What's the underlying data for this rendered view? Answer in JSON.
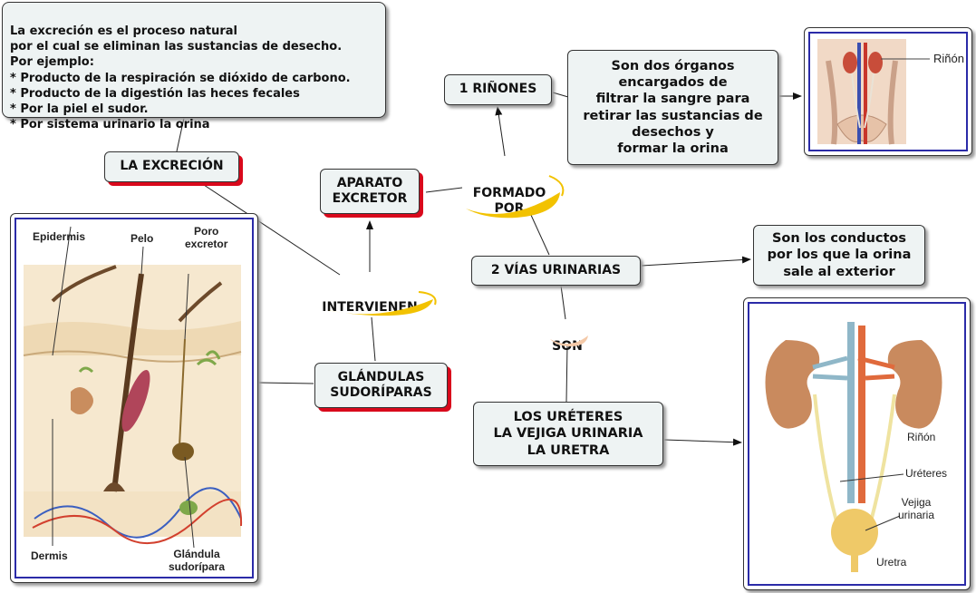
{
  "excretion_note": {
    "lines": "La excreción es el proceso natural\npor el cual se eliminan las sustancias de desecho.\n Por ejemplo:\n* Producto de la respiración se dióxido de carbono.\n* Producto de la digestión las heces fecales\n* Por la piel  el sudor.\n* Por sistema urinario la orina"
  },
  "nodes": {
    "la_excrecion": "LA EXCRECIÓN",
    "aparato_excretor": "APARATO\nEXCRETOR",
    "intervienen": "INTERVIENEN",
    "formado_por": "FORMADO\nPOR",
    "rinones": "1 RIÑONES",
    "rinones_desc": "Son dos órganos\nencargados de\nfiltrar la sangre para\nretirar las sustancias de\ndesechos y\nformar la orina",
    "vias_urinarias": "2 VÍAS URINARIAS",
    "vias_desc": "Son los conductos\npor los que la orina\nsale al exterior",
    "son": "SON",
    "glandulas": "GLÁNDULAS\nSUDORÍPARAS",
    "ureteres_list": "LOS URÉTERES\nLA VEJIGA URINARIA\nLA URETRA"
  },
  "skin_image": {
    "labels": {
      "epidermis": "Epidermis",
      "pelo": "Pelo",
      "poro": "Poro\nexcretor",
      "dermis": "Dermis",
      "glandula": "Glándula\nsudorípara"
    }
  },
  "kidney_small_image": {
    "labels": {
      "rinon": "Riñón"
    }
  },
  "urinary_image": {
    "labels": {
      "rinon": "Riñón",
      "ureteres": "Uréteres",
      "vejiga": "Vejiga\nurinaria",
      "uretra": "Uretra"
    }
  },
  "colors": {
    "node_fill": "#eef3f3",
    "accent_red": "#d9091c",
    "swoosh_yellow": "#f2c200",
    "frame_blue": "#2b2ba8"
  }
}
